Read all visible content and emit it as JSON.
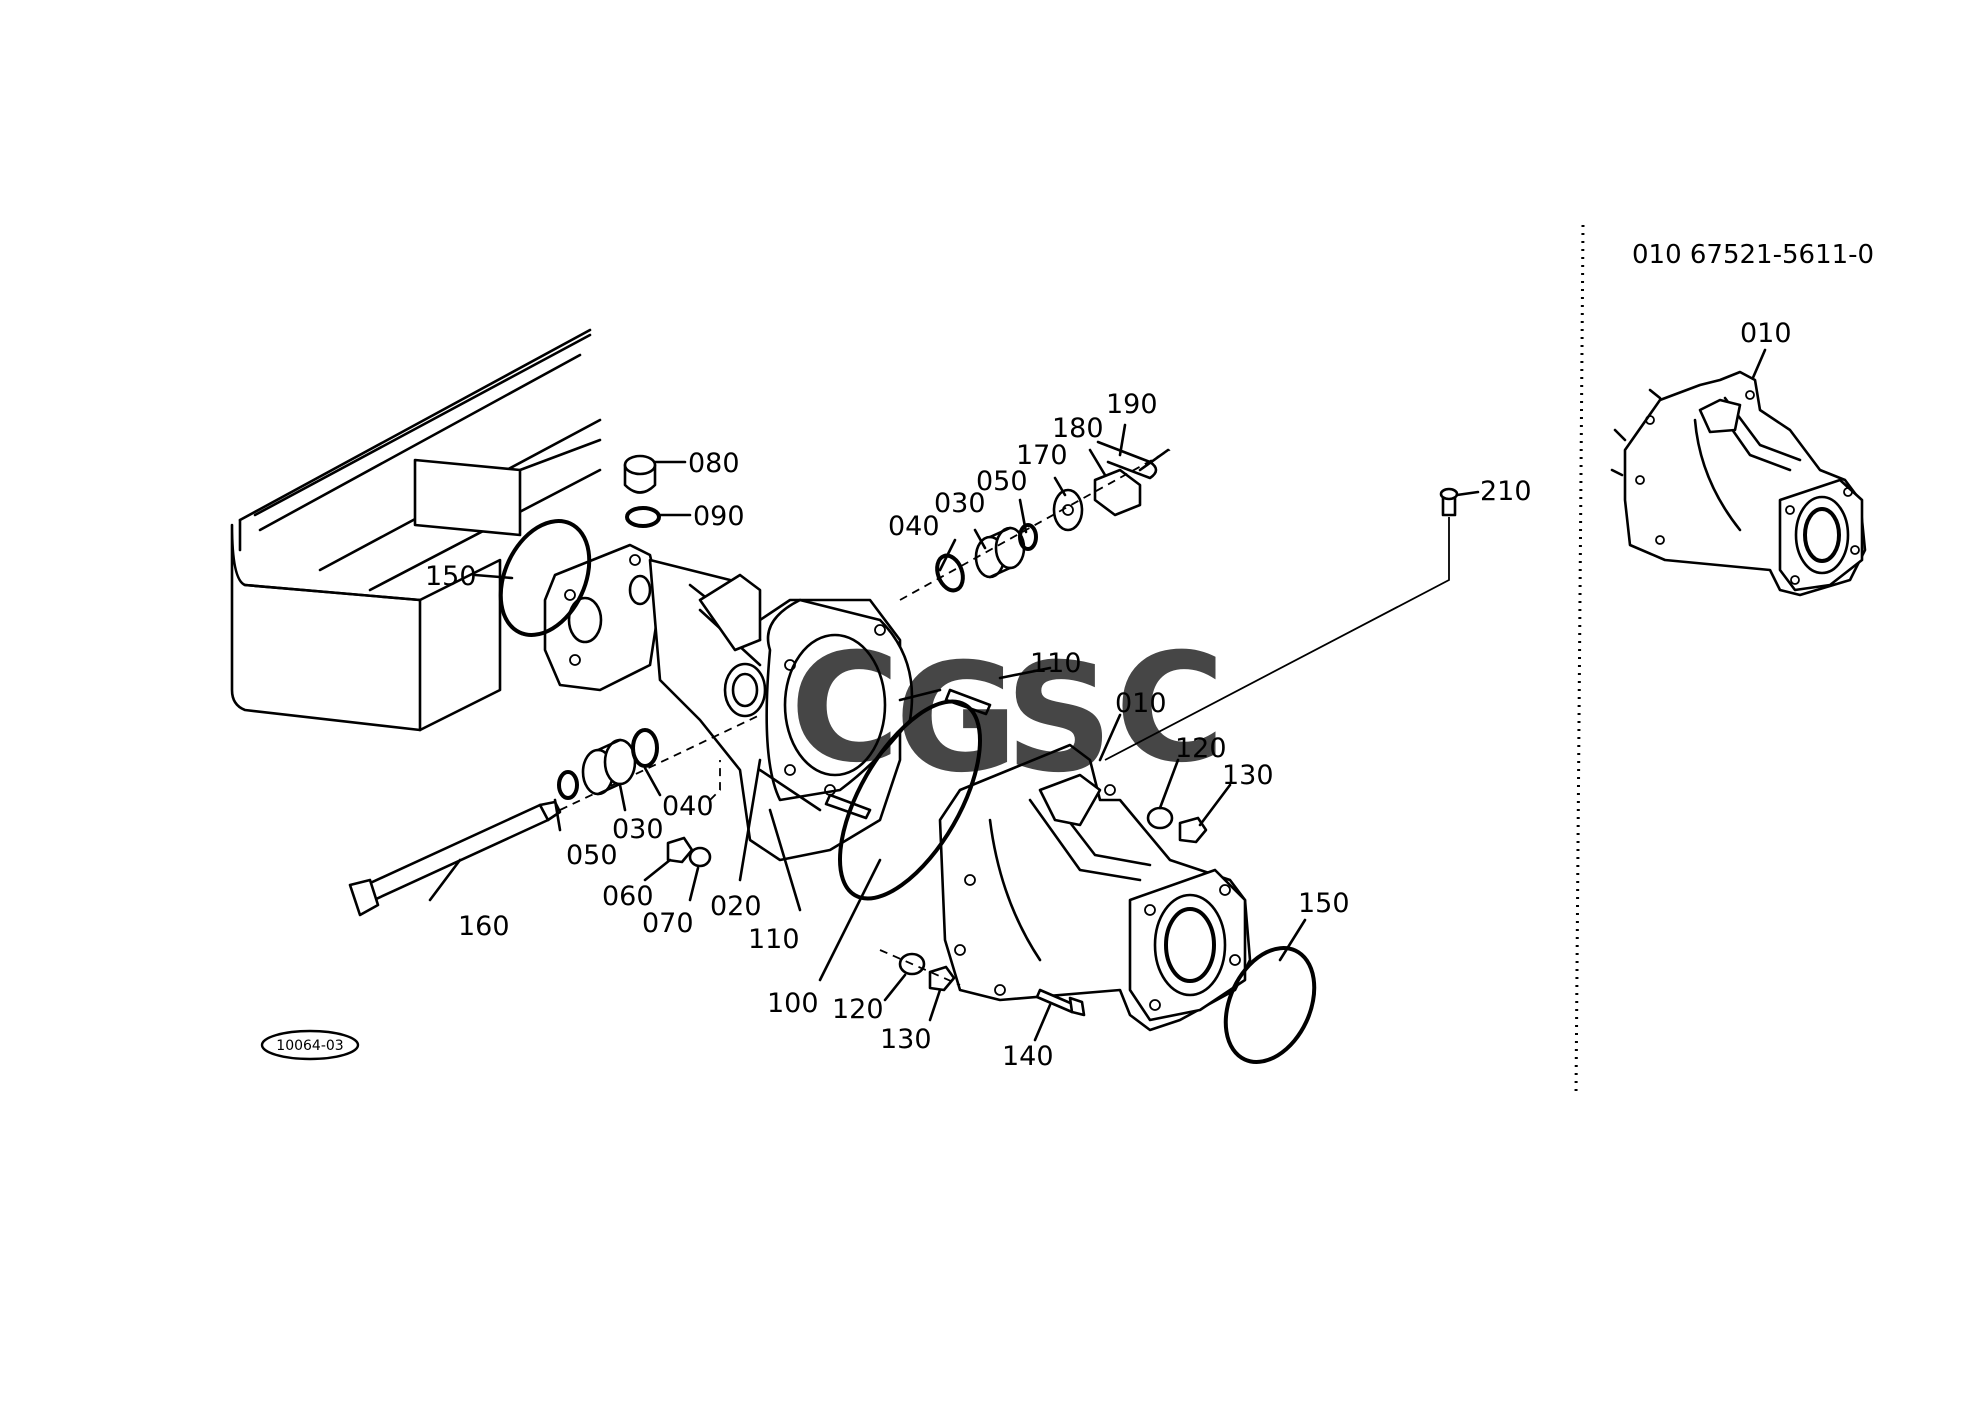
{
  "diagram_code": "10064-03",
  "inset": {
    "header": "010 67521-5611-0",
    "label": "010"
  },
  "watermark": {
    "letters": [
      "C",
      "G",
      "S",
      "C"
    ],
    "colors": [
      "#4a86e8",
      "#e06666",
      "#f1c232",
      "#6aa84f"
    ]
  },
  "callouts": {
    "c080": "080",
    "c090": "090",
    "c150a": "150",
    "c040a": "040",
    "c030a": "030",
    "c050a": "050",
    "c170": "170",
    "c180": "180",
    "c190": "190",
    "c210": "210",
    "c110a": "110",
    "c010": "010",
    "c120a": "120",
    "c130a": "130",
    "c160": "160",
    "c050b": "050",
    "c030b": "030",
    "c040b": "040",
    "c060": "060",
    "c070": "070",
    "c020": "020",
    "c110b": "110",
    "c100": "100",
    "c120b": "120",
    "c130b": "130",
    "c140": "140",
    "c150b": "150"
  }
}
